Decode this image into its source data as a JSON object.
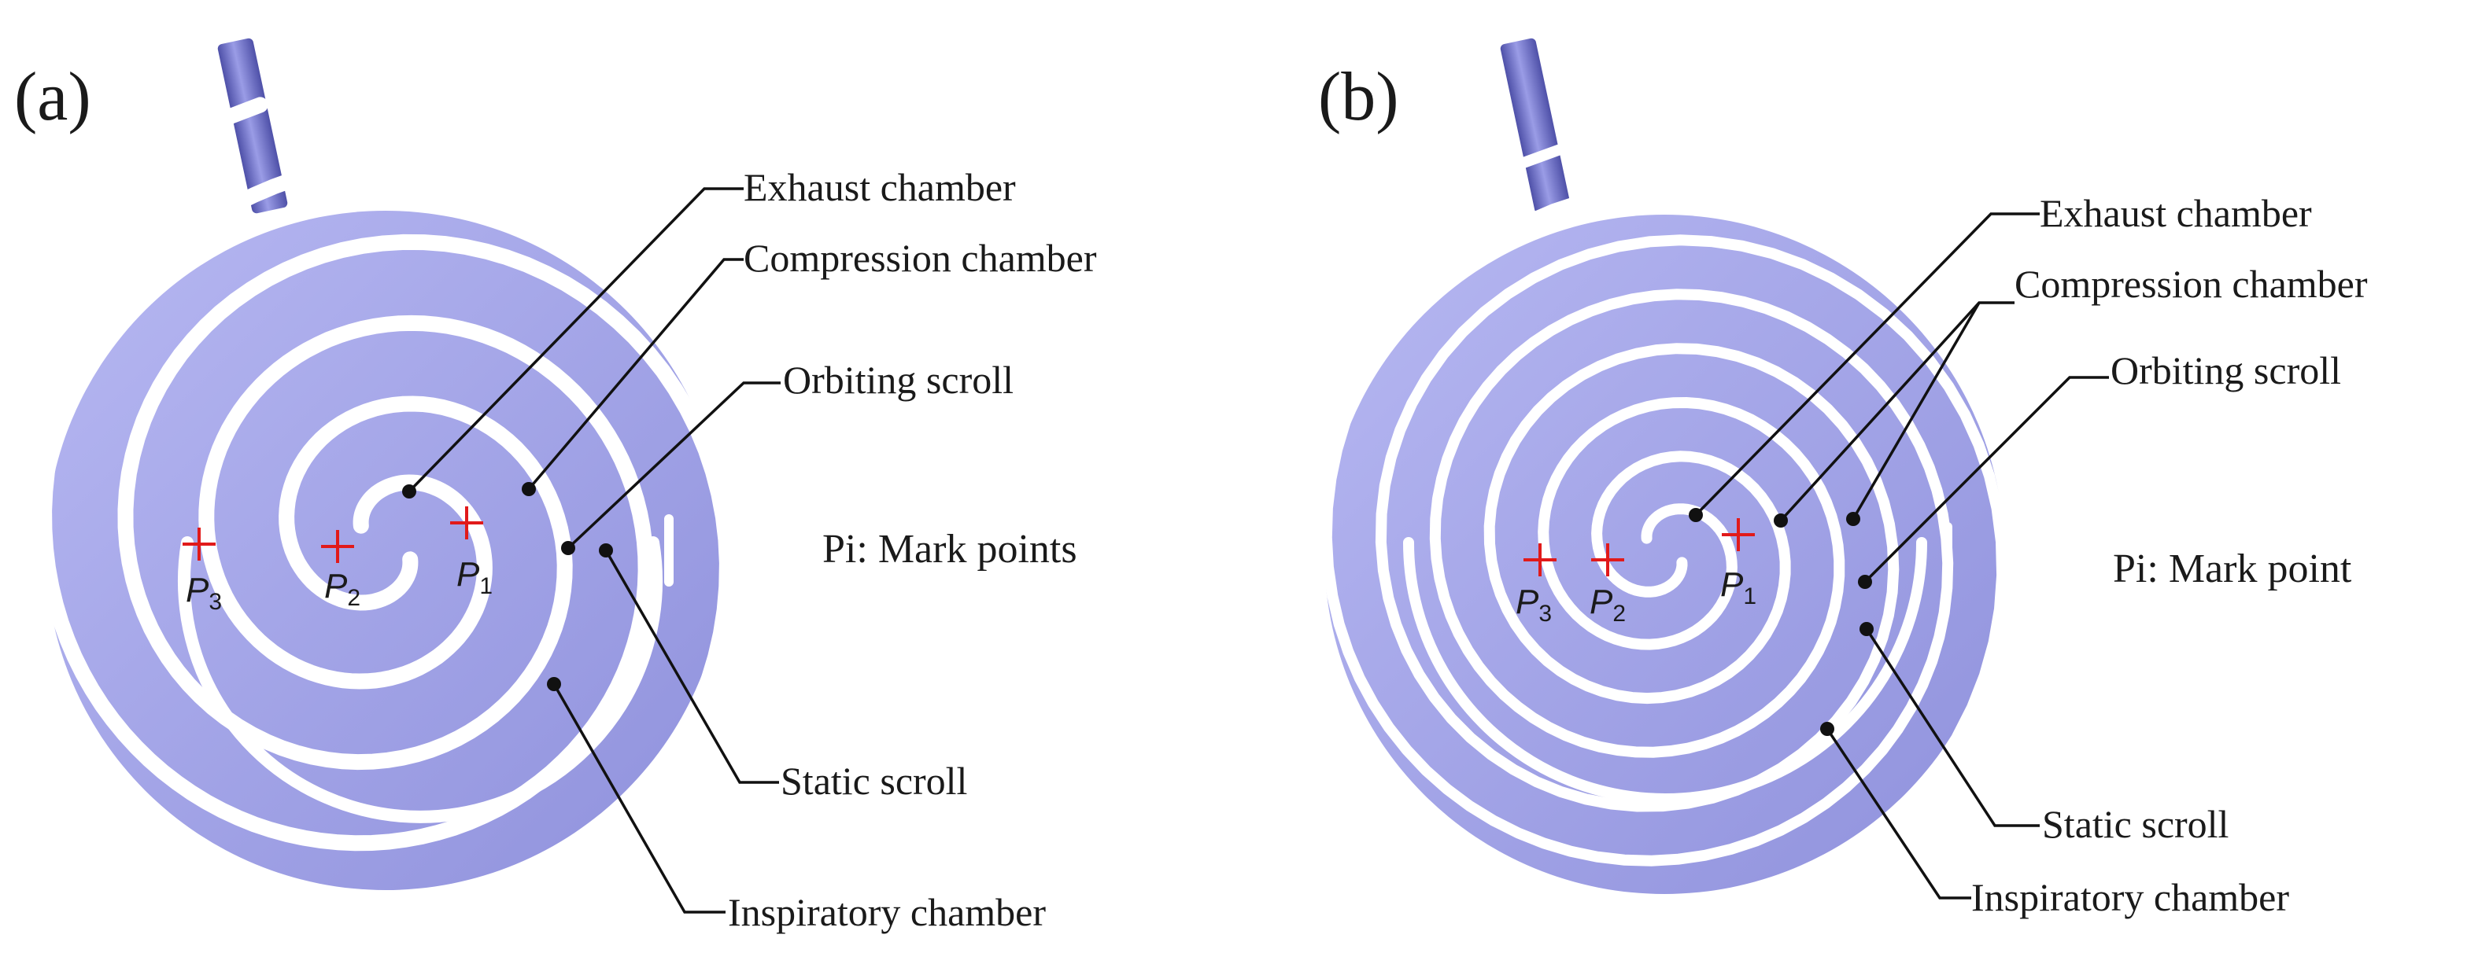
{
  "colors": {
    "scroll_fill": "#a7a8ec",
    "gap": "#ffffff",
    "pipe": "#6e70c8",
    "mark": "#e11a1a",
    "leader": "#111111"
  },
  "panels": [
    {
      "tag": "(a)",
      "labels": {
        "exhaust": "Exhaust chamber",
        "compression": "Compression chamber",
        "orbiting": "Orbiting scroll",
        "note": "Pi: Mark points",
        "static": "Static scroll",
        "inspiratory": "Inspiratory chamber"
      },
      "points": [
        {
          "name": "P",
          "sub": "1"
        },
        {
          "name": "P",
          "sub": "2"
        },
        {
          "name": "P",
          "sub": "3"
        }
      ]
    },
    {
      "tag": "(b)",
      "labels": {
        "exhaust": "Exhaust chamber",
        "compression": "Compression chamber",
        "orbiting": "Orbiting scroll",
        "note": "Pi: Mark point",
        "static": "Static scroll",
        "inspiratory": "Inspiratory chamber"
      },
      "points": [
        {
          "name": "P",
          "sub": "1"
        },
        {
          "name": "P",
          "sub": "2"
        },
        {
          "name": "P",
          "sub": "3"
        }
      ]
    }
  ]
}
